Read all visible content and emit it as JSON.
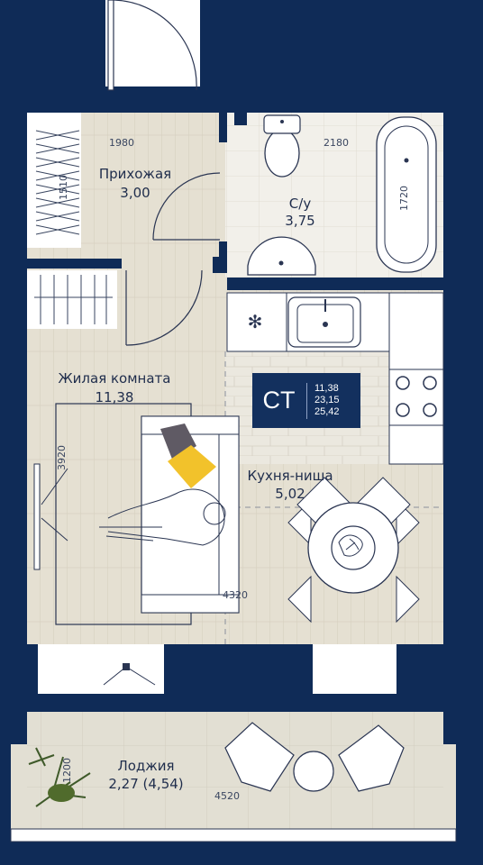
{
  "rooms": {
    "hallway": {
      "name": "Прихожая",
      "area": "3,00"
    },
    "bathroom": {
      "name": "С/у",
      "area": "3,75"
    },
    "living": {
      "name": "Жилая комната",
      "area": "11,38"
    },
    "kitchen": {
      "name": "Кухня-ниша",
      "area": "5,02"
    },
    "loggia": {
      "name": "Лоджия",
      "area": "2,27 (4,54)"
    }
  },
  "dimensions": {
    "hallway_width": "1980",
    "hallway_depth": "1510",
    "bathroom_width": "2180",
    "bath_length": "1720",
    "living_depth": "3920",
    "apartment_width": "4320",
    "loggia_width": "4520",
    "loggia_depth": "1200"
  },
  "badge": {
    "code": "СТ",
    "area_living": "11,38",
    "area_total": "23,15",
    "area_with_loggia": "25,42"
  },
  "colors": {
    "wall_navy": "#0f2b57",
    "floor": "#e6e1d3",
    "wet_floor": "#f1efe9",
    "loggia_floor": "#e1ded2",
    "badge_bg": "#13305e"
  }
}
